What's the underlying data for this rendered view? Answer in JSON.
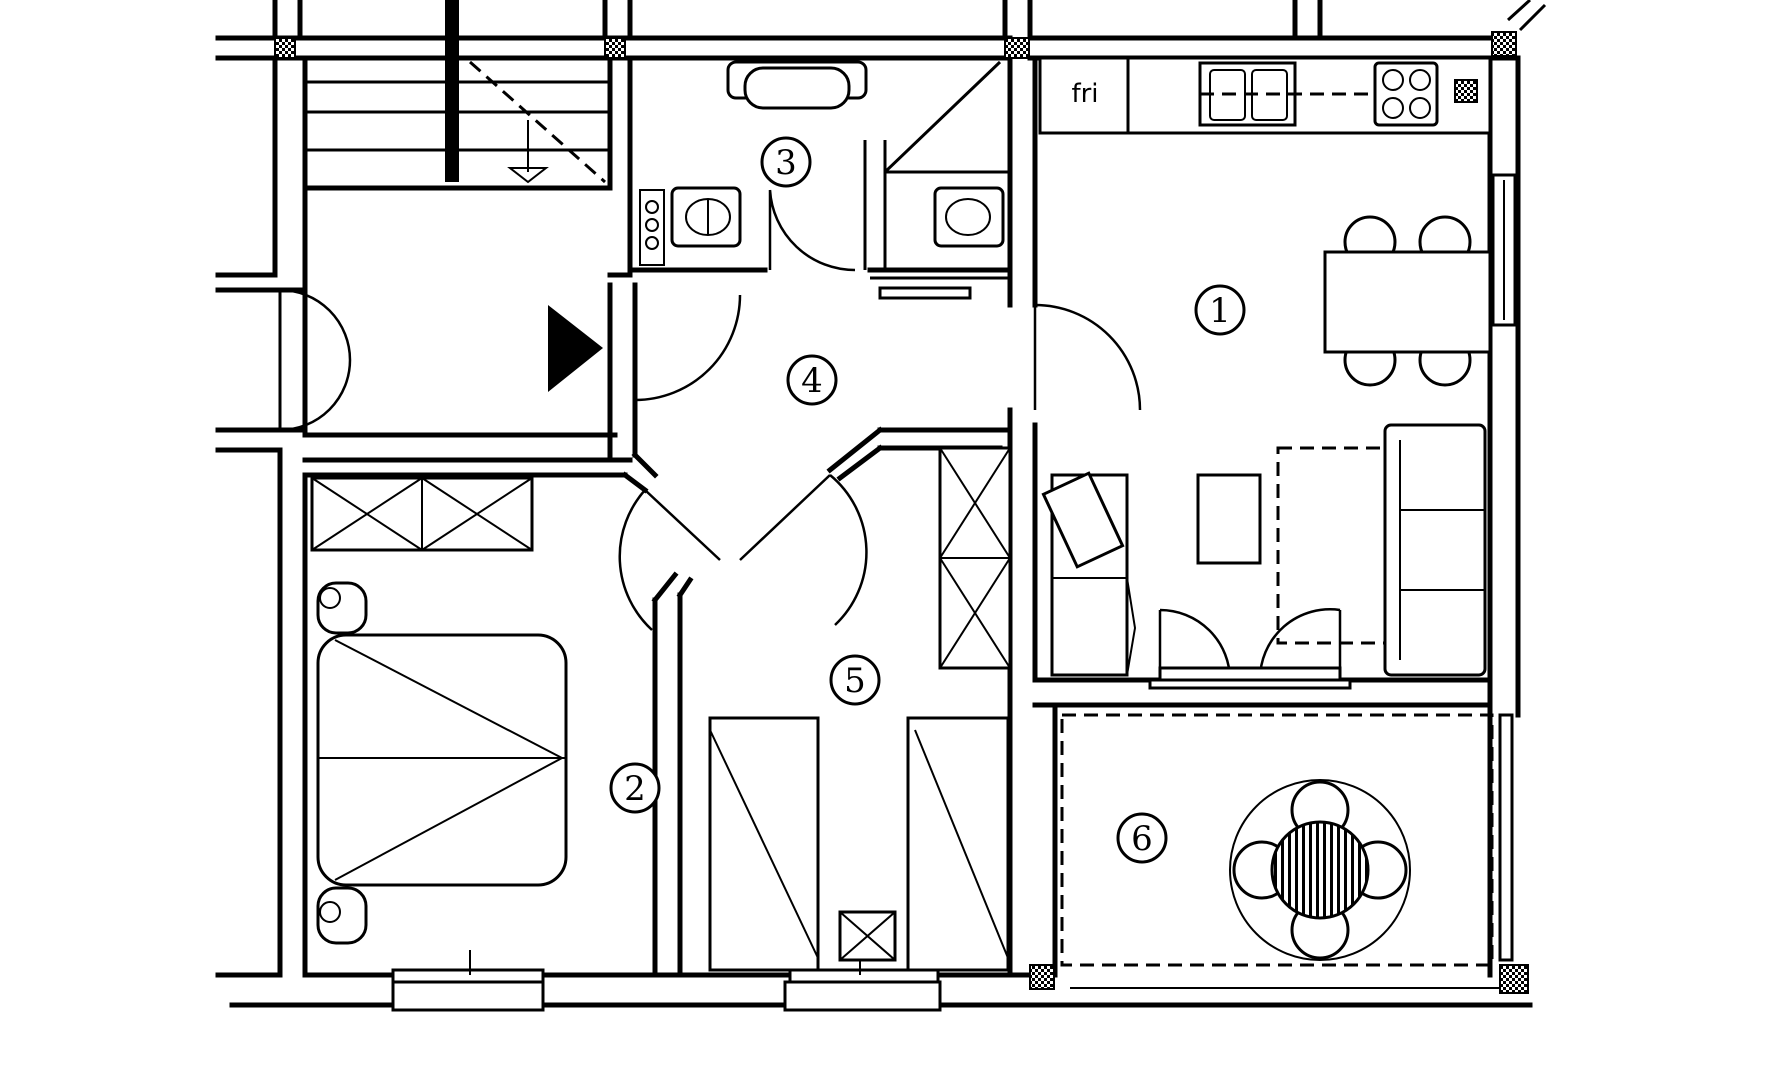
{
  "rooms": [
    {
      "id": "room-1",
      "number": "1"
    },
    {
      "id": "room-2",
      "number": "2"
    },
    {
      "id": "room-3",
      "number": "3"
    },
    {
      "id": "room-4",
      "number": "4"
    },
    {
      "id": "room-5",
      "number": "5"
    },
    {
      "id": "room-6",
      "number": "6"
    }
  ],
  "kitchen": {
    "fridge_label": "fri"
  }
}
